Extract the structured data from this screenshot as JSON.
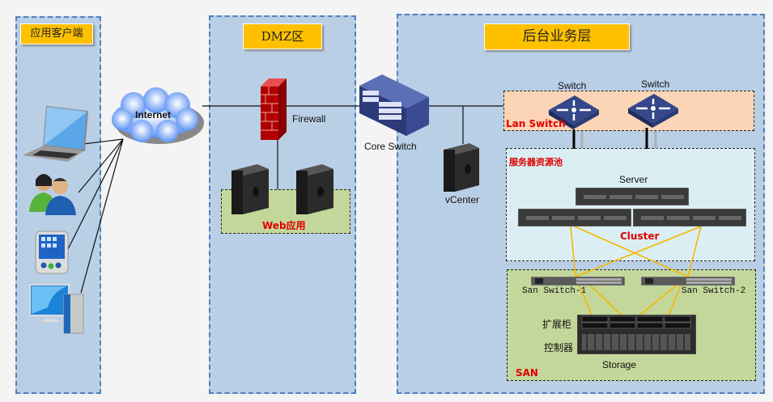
{
  "zones": {
    "client": {
      "title": "应用客户端"
    },
    "dmz": {
      "title": "DMZ区"
    },
    "backend": {
      "title": "后台业务层"
    }
  },
  "nodes": {
    "internet": "Internet",
    "firewall": "Firewall",
    "core_switch": "Core Switch",
    "vcenter": "vCenter",
    "web_app": "Web应用",
    "switch_1": "Switch",
    "switch_2": "Switch",
    "lan_switch": "Lan Switch",
    "server_pool": "服务器资源池",
    "server": "Server",
    "cluster": "Cluster",
    "san_switch_1": "San Switch-1",
    "san_switch_2": "San Switch-2",
    "expansion": "扩展柜",
    "controller": "控制器",
    "storage": "Storage",
    "san": "SAN"
  },
  "colors": {
    "zone_fill": "#b9cfe6",
    "zone_border": "#4f81bd",
    "title_fill": "#ffc000",
    "web_fill": "#c4d79b",
    "lan_fill": "#fbd5b5",
    "pool_fill": "#dbeef3",
    "san_fill": "#c4d79b",
    "fc_link": "#f5b800",
    "label_red": "#e00000"
  }
}
